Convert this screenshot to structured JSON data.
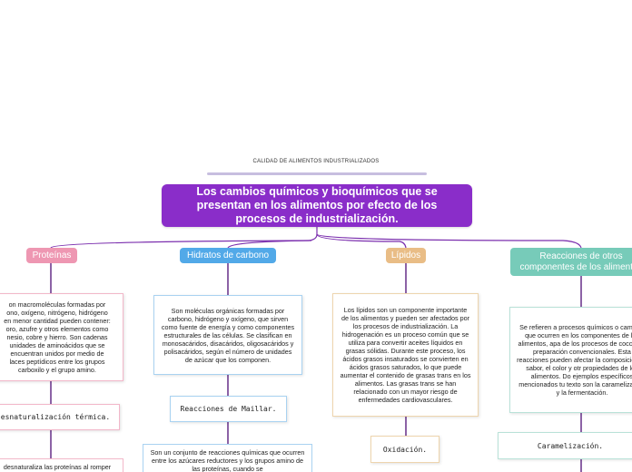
{
  "title": "CALIDAD DE ALIMENTOS INDUSTRIALIZADOS",
  "main_topic": "Los cambios químicos y bioquímicos que se presentan en los alimentos por efecto de los procesos de industrialización.",
  "colors": {
    "main": "#8a2dc9",
    "proteinas": "#ee97b2",
    "hidratos": "#52a9e8",
    "lipidos": "#e9bd86",
    "reacciones": "#77cbb9",
    "connector": "#7b2fae"
  },
  "branches": {
    "proteinas": {
      "label": "Proteínas",
      "description": "on macromoléculas formadas por\nono, oxígeno, nitrógeno, hidrógeno\nen menor cantidad pueden contener:\noro, azufre y otros elementos como\nnesio, cobre y hierro. Son cadenas\nunidades de aminoácidos que se\nencuentran unidos por medio de\nlaces peptídicos entre los grupos\ncarboxilo y el grupo amino.",
      "subtopic": "esnaturalización térmica.",
      "sub_description": "desnaturaliza las proteínas al romper\nplaces por puente de hidrógeno y los"
    },
    "hidratos": {
      "label": "Hidratos de carbono",
      "description": "Son moléculas orgánicas formadas por carbono, hidrógeno y oxígeno, que sirven como fuente de energía y como componentes estructurales de las células. Se clasifican en monosacáridos, disacáridos, oligosacáridos y polisacáridos, según el número de unidades de azúcar que los componen.",
      "subtopic": "Reacciones de Maillar.",
      "sub_description": "Son un conjunto de reacciones químicas que ocurren entre los azúcares reductores y los grupos amino de las proteínas, cuando se"
    },
    "lipidos": {
      "label": "Lípidos",
      "description": "Los lípidos son un componente importante de los alimentos y pueden ser afectados por los procesos de industrialización. La hidrogenación es un proceso común que se utiliza para convertir aceites líquidos en grasas sólidas. Durante este proceso, los ácidos grasos insaturados se convierten en ácidos grasos saturados, lo que puede aumentar el contenido de grasas trans en los alimentos. Las grasas trans se han relacionado con un mayor riesgo de enfermedades cardiovasculares.",
      "subtopic": "Oxidación."
    },
    "reacciones": {
      "label": "Reacciones de otros componentes de los alimentos",
      "description": "Se refieren a procesos químicos o cambios que ocurren en los componentes de los alimentos, apa de los procesos de cocción y preparación convencionales. Esta reacciones pueden afectar la composición, el sabor, el color y otr propiedades de los alimentos. Do ejemplos específicos mencionados tu texto son la caramelización y la fermentación.",
      "subtopic": "Caramelización."
    }
  }
}
